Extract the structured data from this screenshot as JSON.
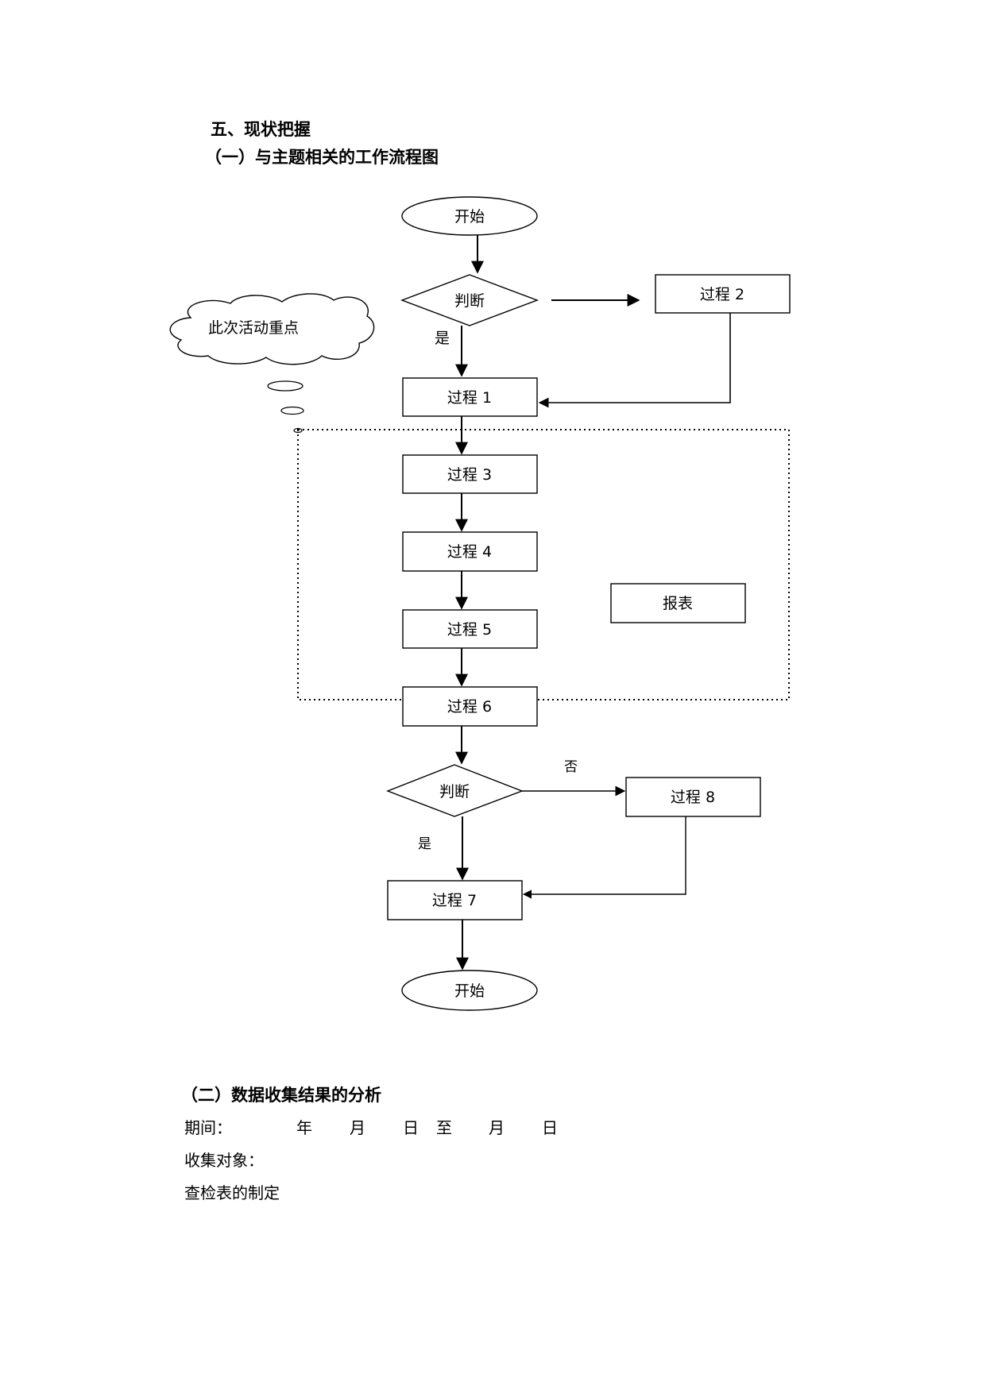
{
  "section_title": "五、现状把握",
  "subsection_1_title": "（一）与主题相关的工作流程图",
  "flowchart": {
    "start_label": "开始",
    "decision_1_label": "判断",
    "decision_1_yes": "是",
    "process_1": "过程 1",
    "process_2": "过程 2",
    "process_3": "过程 3",
    "process_4": "过程 4",
    "process_5": "过程 5",
    "process_6": "过程 6",
    "report_label": "报表",
    "callout_label": "此次活动重点",
    "decision_2_label": "判断",
    "decision_2_no": "否",
    "decision_2_yes": "是",
    "process_7": "过程 7",
    "process_8": "过程 8",
    "end_label": "开始"
  },
  "subsection_2_title": "（二）数据收集结果的分析",
  "period": {
    "label": "期间：",
    "year": "年",
    "month1": "月",
    "day1": "日",
    "to": "至",
    "month2": "月",
    "day2": "日"
  },
  "collection_target_label": "收集对象：",
  "checklist_label": "查检表的制定"
}
